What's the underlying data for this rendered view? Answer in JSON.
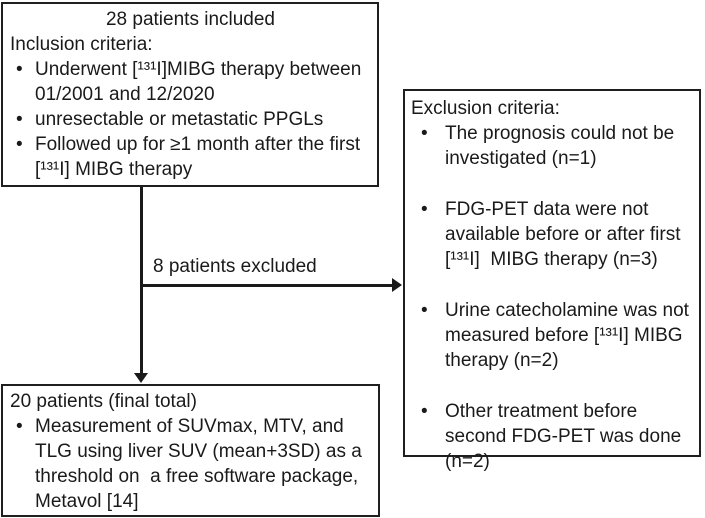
{
  "figure": {
    "included_box": {
      "title": "28 patients included",
      "heading": "Inclusion criteria:",
      "bullets": [
        "Underwent [¹³¹I]MIBG therapy between 01/2001 and 12/2020",
        "unresectable or metastatic PPGLs",
        "Followed up for ≥1 month after the first [¹³¹I] MIBG therapy"
      ]
    },
    "flow": {
      "excluded_label": "8 patients excluded"
    },
    "exclusion_box": {
      "heading": "Exclusion criteria:",
      "bullets": [
        "The prognosis could not be investigated (n=1)",
        "FDG-PET data were not available before or after first [¹³¹I]  MIBG therapy (n=3)",
        "Urine catecholamine was not measured before [¹³¹I] MIBG therapy (n=2)",
        "Other treatment before second FDG-PET was done (n=2)"
      ]
    },
    "final_box": {
      "title": "20 patients (final total)",
      "bullets": [
        "Measurement of SUVmax, MTV, and TLG using liver SUV (mean+3SD) as a threshold on  a free software package, Metavol [14]"
      ]
    },
    "colors": {
      "line": "#1a1a1a",
      "background": "#ffffff",
      "text": "#1a1a1a"
    }
  }
}
